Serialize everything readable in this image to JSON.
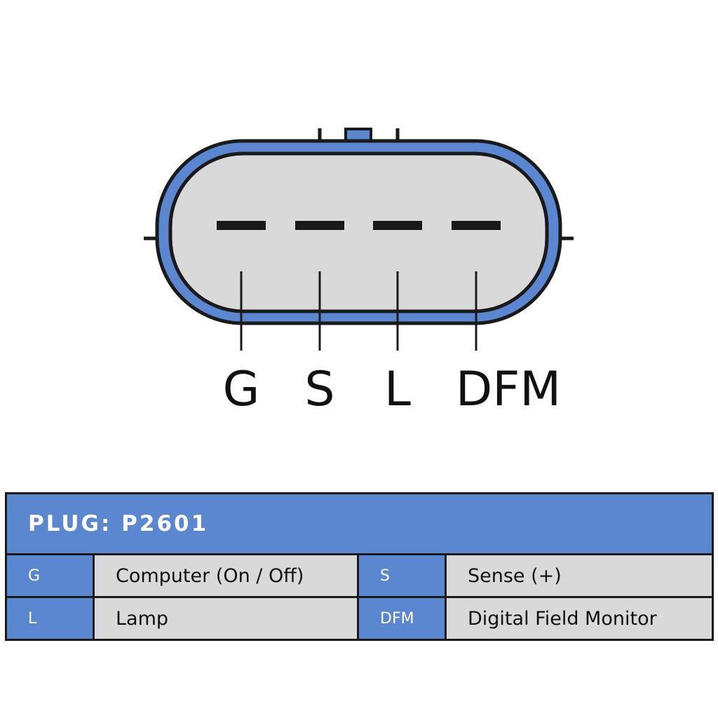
{
  "colors": {
    "accent": "#5b86d0",
    "housing_fill": "#d9d9d9",
    "outline": "#1a1a1a",
    "cell_fill": "#d9d9d9",
    "header_text": "#ffffff"
  },
  "pins": [
    "G",
    "S",
    "L",
    "DFM"
  ],
  "table": {
    "title": "PLUG: P2601",
    "rows": [
      [
        {
          "code": "G",
          "description": "Computer (On / Off)"
        },
        {
          "code": "S",
          "description": "Sense (+)"
        }
      ],
      [
        {
          "code": "L",
          "description": "Lamp"
        },
        {
          "code": "DFM",
          "description": "Digital Field Monitor"
        }
      ]
    ]
  }
}
